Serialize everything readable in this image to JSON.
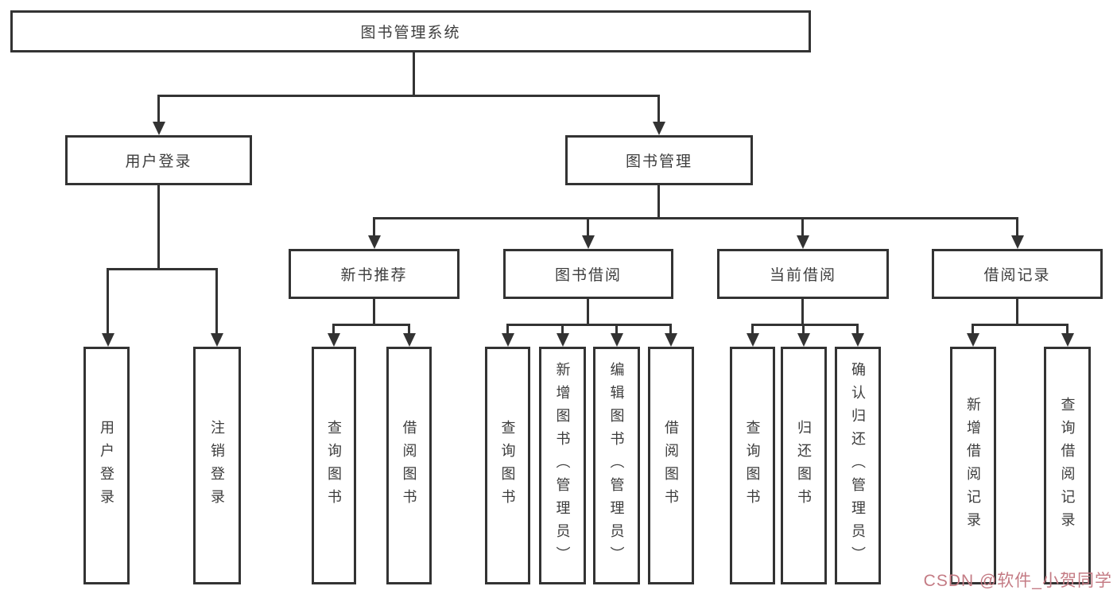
{
  "diagram": {
    "type": "hierarchy",
    "root": {
      "label": "图书管理系统",
      "children": [
        {
          "label": "用户登录",
          "children": [
            {
              "label": "用户登录"
            },
            {
              "label": "注销登录"
            }
          ]
        },
        {
          "label": "图书管理",
          "children": [
            {
              "label": "新书推荐",
              "children": [
                {
                  "label": "查询图书"
                },
                {
                  "label": "借阅图书"
                }
              ]
            },
            {
              "label": "图书借阅",
              "children": [
                {
                  "label": "查询图书"
                },
                {
                  "label": "新增图书（管理员）"
                },
                {
                  "label": "编辑图书（管理员）"
                },
                {
                  "label": "借阅图书"
                }
              ]
            },
            {
              "label": "当前借阅",
              "children": [
                {
                  "label": "查询图书"
                },
                {
                  "label": "归还图书"
                },
                {
                  "label": "确认归还（管理员）"
                }
              ]
            },
            {
              "label": "借阅记录",
              "children": [
                {
                  "label": "新增借阅记录"
                },
                {
                  "label": "查询借阅记录"
                }
              ]
            }
          ]
        }
      ]
    }
  },
  "watermark": {
    "text": "CSDN @软件_小贺同学",
    "color": "#c47b84"
  },
  "colors": {
    "line": "#333333",
    "text": "#3d3d3d",
    "background": "#ffffff"
  }
}
